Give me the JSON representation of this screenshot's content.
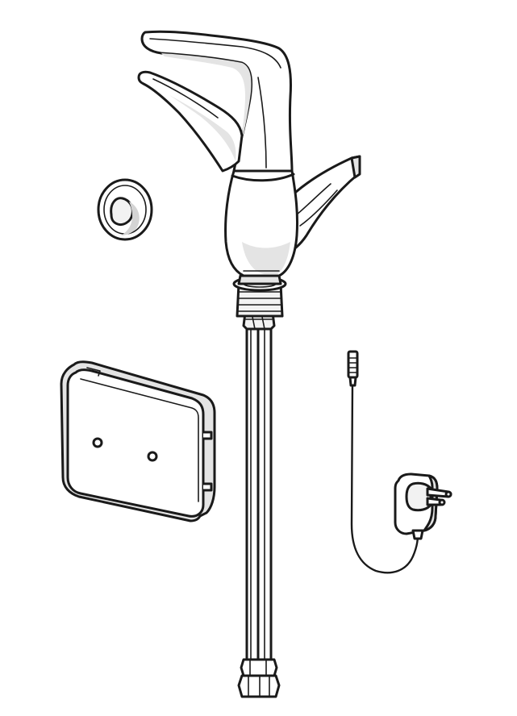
{
  "drawing": {
    "style": "monochrome line drawing",
    "stroke_color": "#1a1a1a",
    "fill_color": "#ffffff",
    "shade_color": "#e4e4e4",
    "parts": [
      "faucet-body",
      "faucet-spout",
      "lever-handle",
      "side-lever",
      "mounting-nut",
      "supply-hoses",
      "hose-fittings",
      "cover-disc",
      "sensor-cover-plate",
      "sensor-cable",
      "cable-connector",
      "power-adapter",
      "plug-pins"
    ]
  }
}
